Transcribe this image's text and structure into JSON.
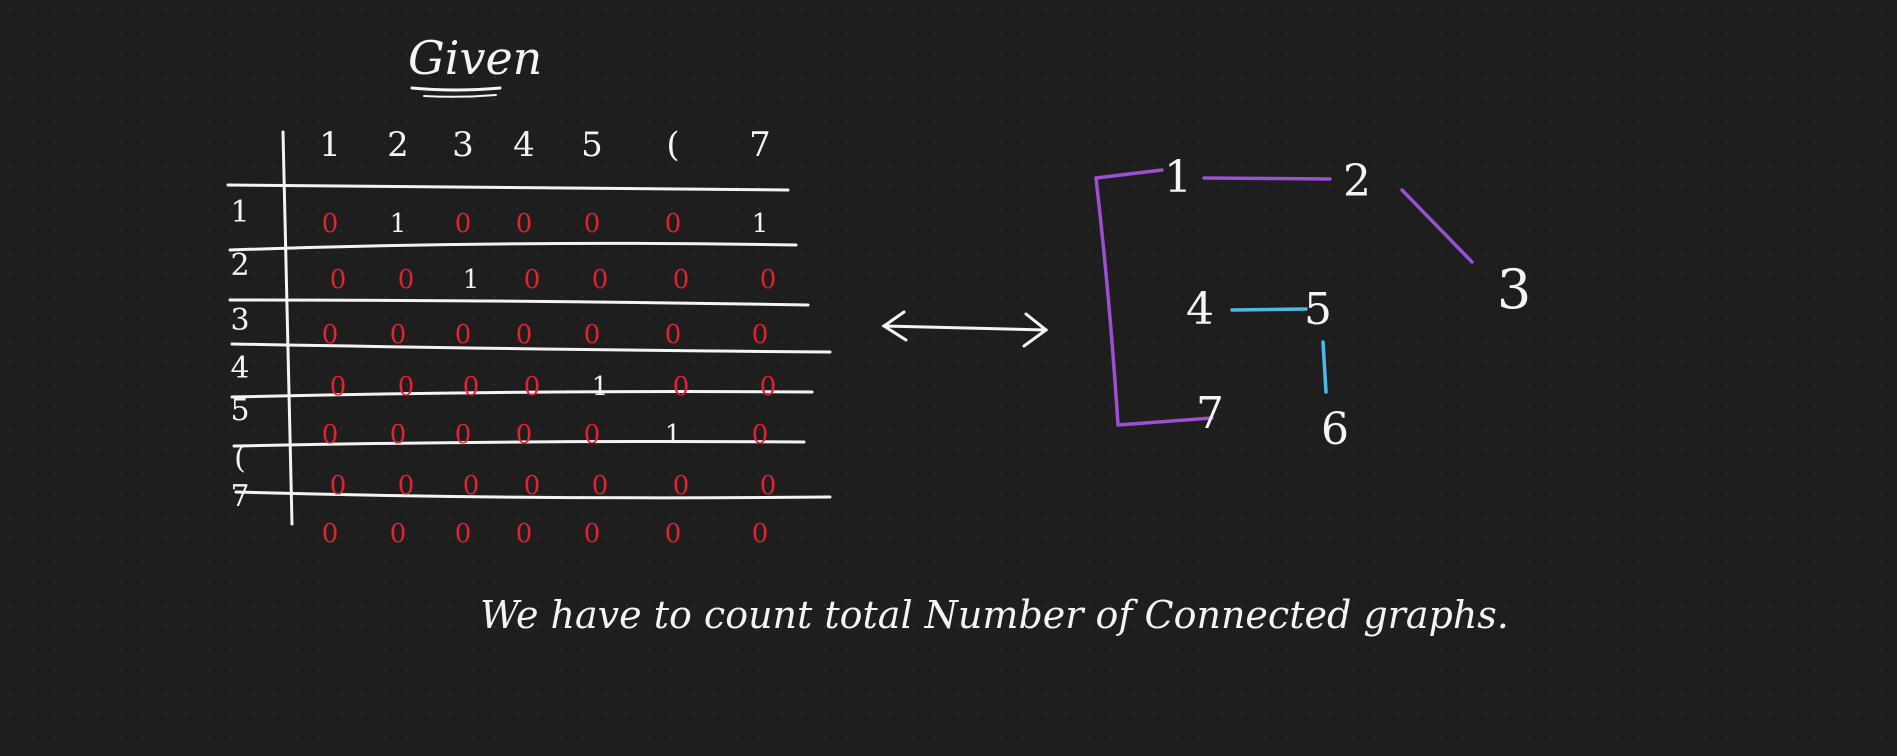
{
  "title": "Given",
  "matrix": {
    "column_headers": [
      "1",
      "2",
      "3",
      "4",
      "5",
      "(",
      "7"
    ],
    "row_labels": [
      "1",
      "2",
      "3",
      "4",
      "5",
      "(",
      "7"
    ],
    "rows": [
      [
        "0",
        "1",
        "0",
        "0",
        "0",
        "0",
        "1"
      ],
      [
        "0",
        "0",
        "1",
        "0",
        "0",
        "0",
        "0"
      ],
      [
        "0",
        "0",
        "0",
        "0",
        "0",
        "0",
        "0"
      ],
      [
        "0",
        "0",
        "0",
        "0",
        "1",
        "0",
        "0"
      ],
      [
        "0",
        "0",
        "0",
        "0",
        "0",
        "1",
        "0"
      ],
      [
        "0",
        "0",
        "0",
        "0",
        "0",
        "0",
        "0"
      ],
      [
        "0",
        "0",
        "0",
        "0",
        "0",
        "0",
        "0"
      ]
    ]
  },
  "graph": {
    "nodes": [
      "1",
      "2",
      "3",
      "4",
      "5",
      "6",
      "7"
    ],
    "edges": [
      {
        "from": "1",
        "to": "2",
        "color": "#9b4fd1"
      },
      {
        "from": "2",
        "to": "3",
        "color": "#9b4fd1"
      },
      {
        "from": "1",
        "to": "7",
        "color": "#9b4fd1"
      },
      {
        "from": "4",
        "to": "5",
        "color": "#4fb8e6"
      },
      {
        "from": "5",
        "to": "6",
        "color": "#4fb8e6"
      }
    ]
  },
  "arrow_icon": "double-headed-arrow",
  "caption": "We have to count total Number of Connected graphs."
}
